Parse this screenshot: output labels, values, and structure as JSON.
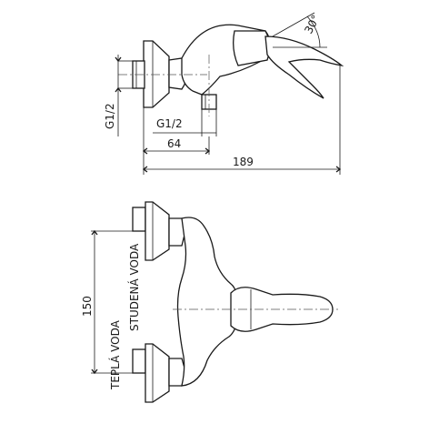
{
  "labels": {
    "angle": "30°",
    "thread_vertical": "G1/2",
    "thread_horizontal": "G1/2",
    "dim_64": "64",
    "dim_189": "189",
    "dim_150": "150",
    "cold_water": "STUDENÁ VODA",
    "hot_water": "TEPLÁ VODA"
  }
}
